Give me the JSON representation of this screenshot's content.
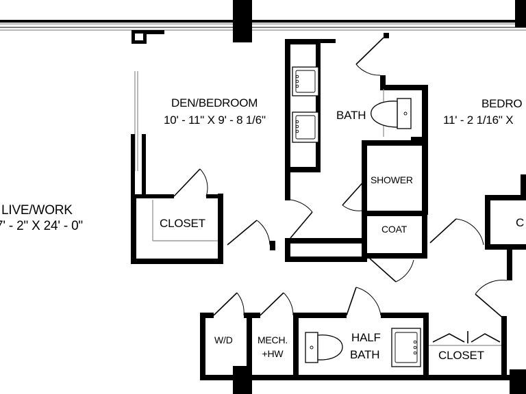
{
  "rooms": {
    "live_work": {
      "name": "LIVE/WORK",
      "dimensions": "7' - 2\" X 24' - 0\""
    },
    "den_bedroom": {
      "name": "DEN/BEDROOM",
      "dimensions": "10' - 11\" X 9' - 8 1/6\""
    },
    "bedroom": {
      "name": "BEDRO",
      "dimensions": "11' - 2 1/16\" X"
    },
    "bath": {
      "name": "BATH"
    },
    "shower": {
      "name": "SHOWER"
    },
    "coat": {
      "name": "COAT"
    },
    "closet_den": {
      "name": "CLOSET"
    },
    "closet_bedroom": {
      "name": "C"
    },
    "closet_bottom": {
      "name": "CLOSET"
    },
    "wd": {
      "name": "W/D"
    },
    "mech": {
      "line1": "MECH.",
      "line2": "+HW"
    },
    "half_bath": {
      "line1": "HALF",
      "line2": "BATH"
    }
  },
  "colors": {
    "walls": "#000000",
    "background": "#ffffff",
    "glazing": "#8a8a8a"
  }
}
